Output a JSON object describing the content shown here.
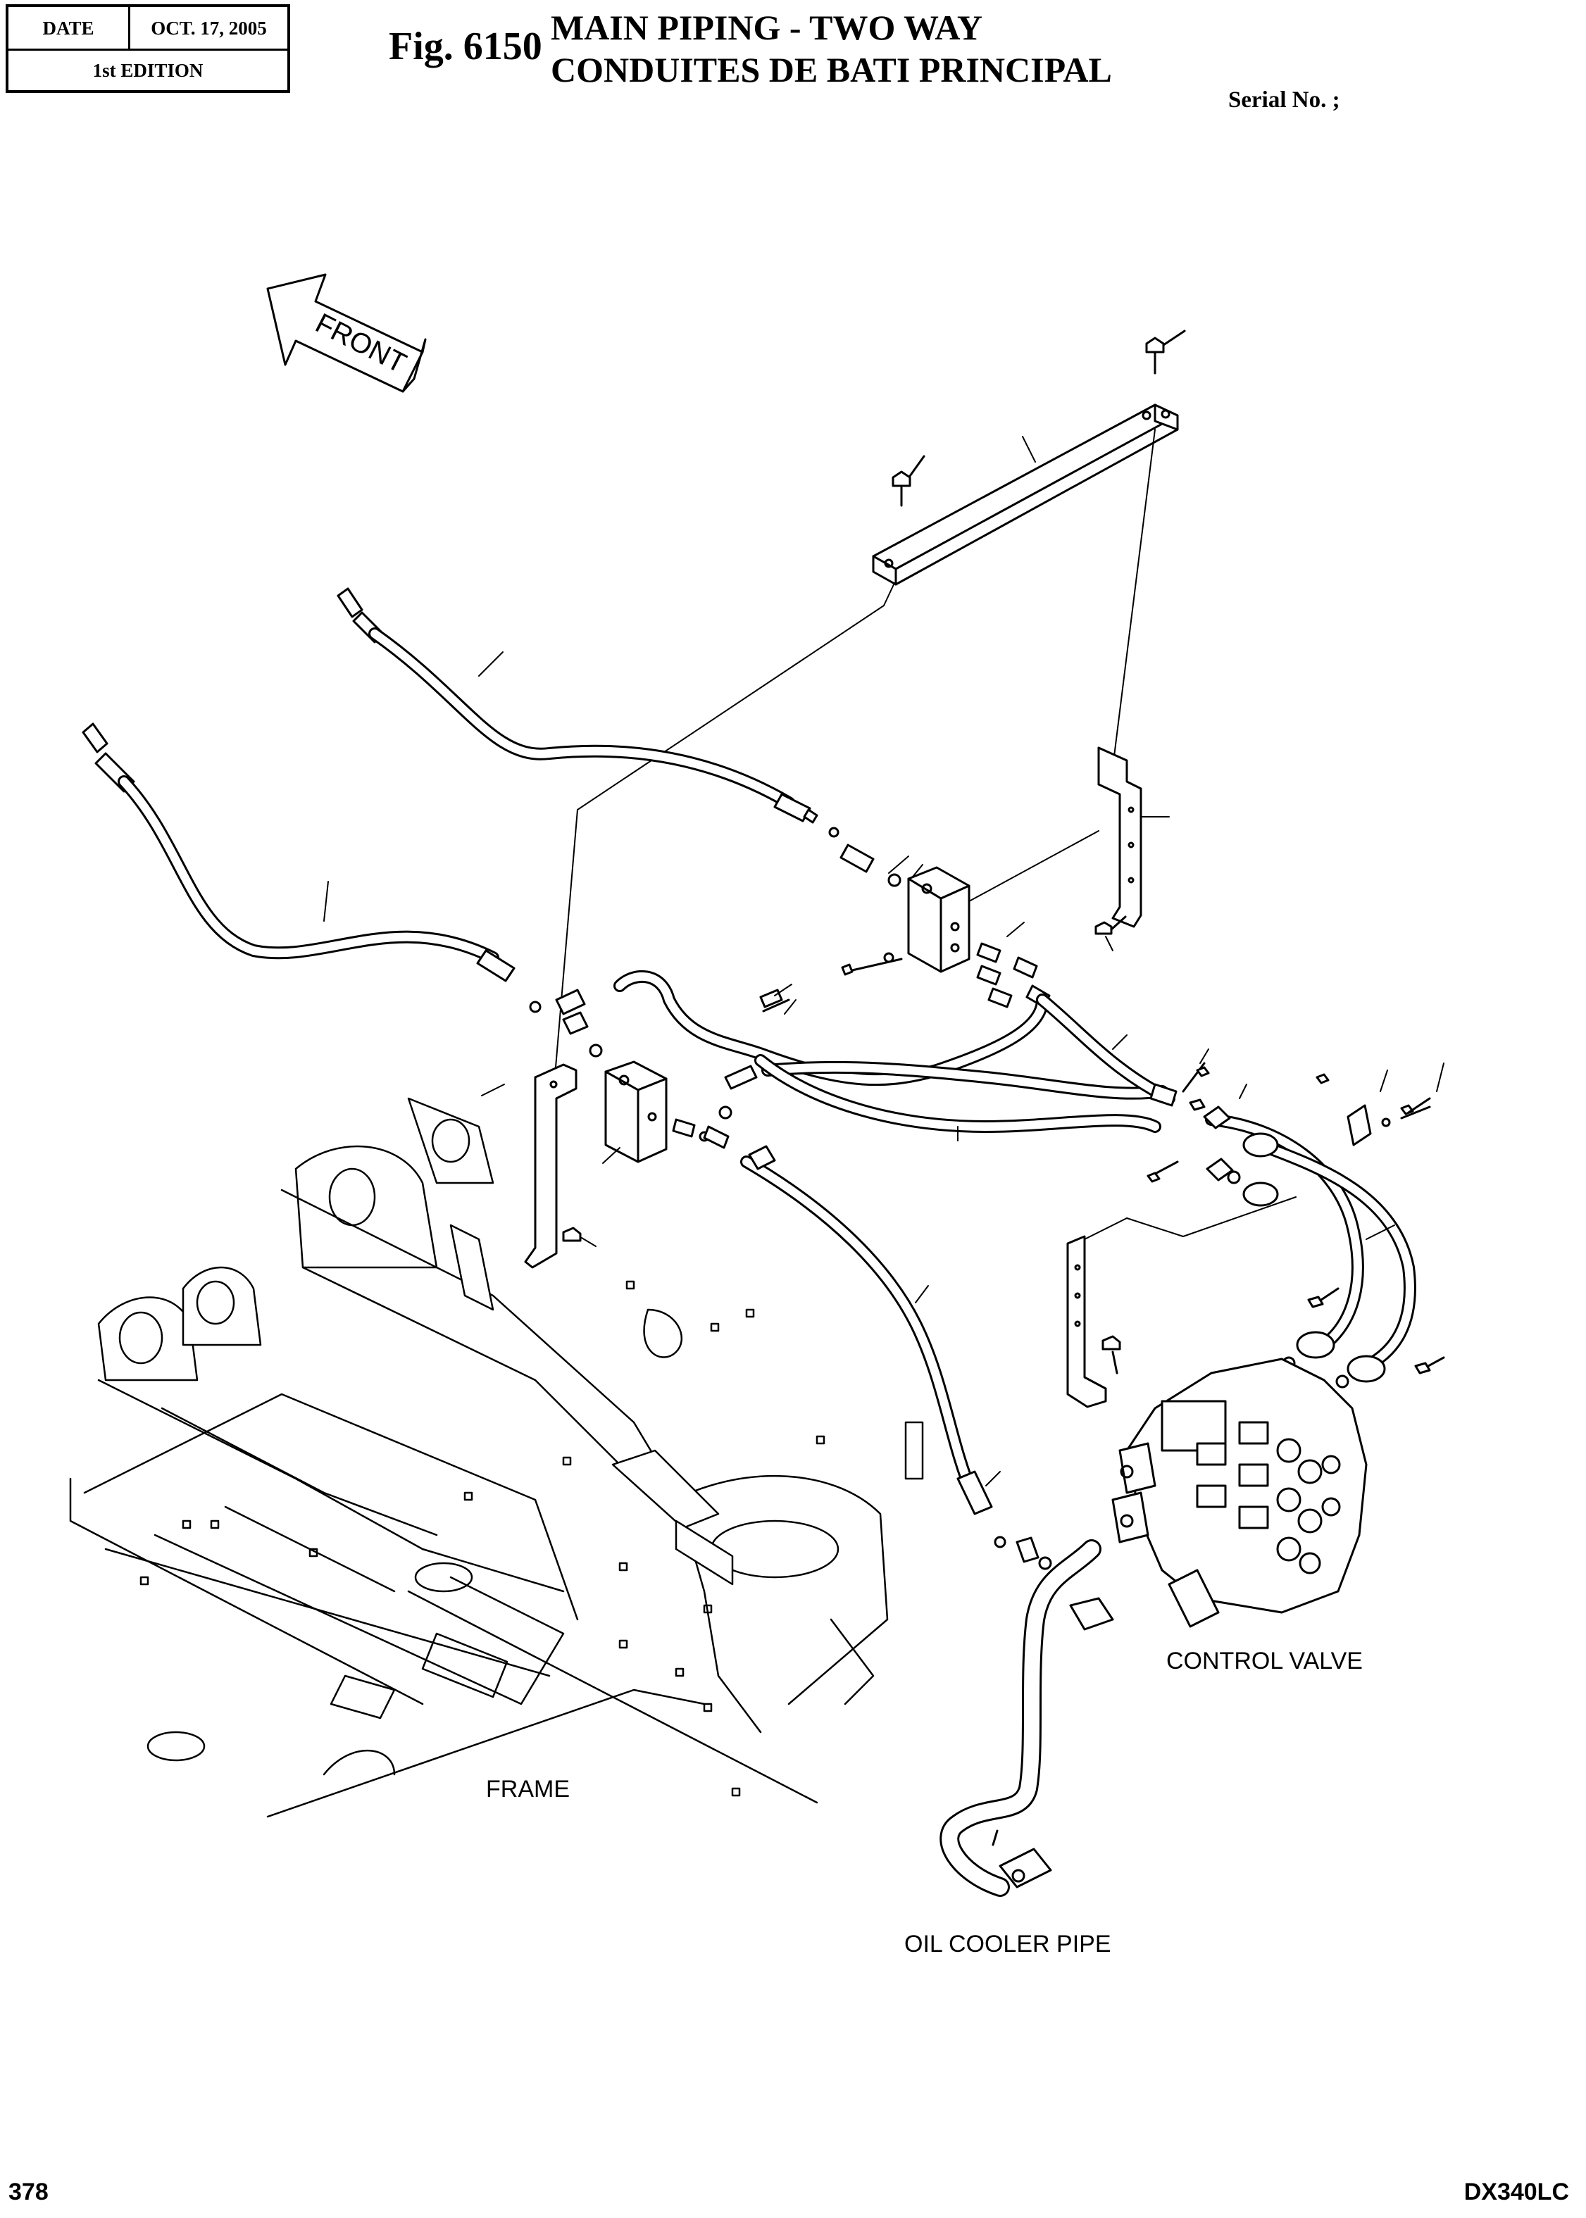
{
  "header": {
    "date_label": "DATE",
    "date_value": "OCT. 17, 2005",
    "edition": "1st EDITION"
  },
  "title": {
    "fig": "Fig. 6150",
    "line1": "MAIN PIPING - TWO WAY",
    "line2": "CONDUITES DE BATI PRINCIPAL",
    "serial": "Serial No. ;"
  },
  "diagram": {
    "front_arrow": "FRONT",
    "labels": {
      "control_valve": "CONTROL VALVE",
      "frame": "FRAME",
      "oil_cooler_pipe": "OIL COOLER PIPE"
    }
  },
  "footer": {
    "page_number": "378",
    "model": "DX340LC"
  }
}
